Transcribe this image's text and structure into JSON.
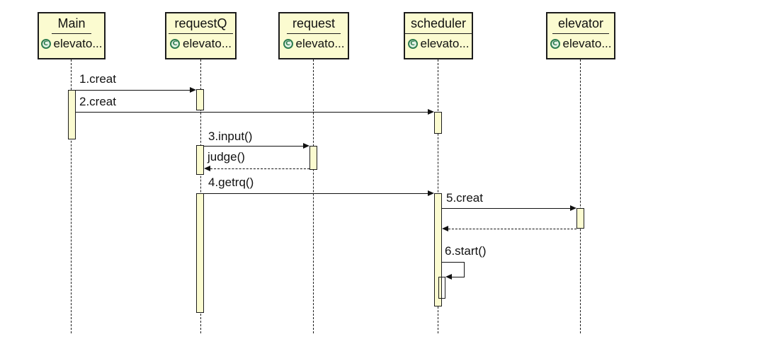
{
  "diagram": {
    "kind": "uml-sequence-diagram",
    "icon_letter": "C",
    "participants": [
      {
        "name": "Main",
        "type": "elevato...",
        "icon": "class-icon"
      },
      {
        "name": "requestQ",
        "type": "elevato...",
        "icon": "class-icon"
      },
      {
        "name": "request",
        "type": "elevato...",
        "icon": "class-icon"
      },
      {
        "name": "scheduler",
        "type": "elevato...",
        "icon": "class-icon"
      },
      {
        "name": "elevator",
        "type": "elevato...",
        "icon": "class-icon"
      }
    ],
    "messages": [
      {
        "label": "1.creat",
        "from": "Main",
        "to": "requestQ",
        "line": "solid"
      },
      {
        "label": "2.creat",
        "from": "Main",
        "to": "scheduler",
        "line": "solid"
      },
      {
        "label": "3.input()",
        "from": "requestQ",
        "to": "request",
        "line": "solid"
      },
      {
        "label": "judge()",
        "from": "request",
        "to": "requestQ",
        "line": "dashed"
      },
      {
        "label": "4.getrq()",
        "from": "requestQ",
        "to": "scheduler",
        "line": "solid"
      },
      {
        "label": "5.creat",
        "from": "scheduler",
        "to": "elevator",
        "line": "solid"
      },
      {
        "label": "",
        "from": "elevator",
        "to": "scheduler",
        "line": "dashed"
      },
      {
        "label": "6.start()",
        "from": "scheduler",
        "to": "scheduler",
        "line": "self"
      }
    ],
    "colors": {
      "background": "#FFFFFF",
      "box_fill": "#FBFBD0",
      "box_border": "#1C1C1C",
      "icon_green": "#2E7D4F",
      "text": "#111111"
    }
  }
}
